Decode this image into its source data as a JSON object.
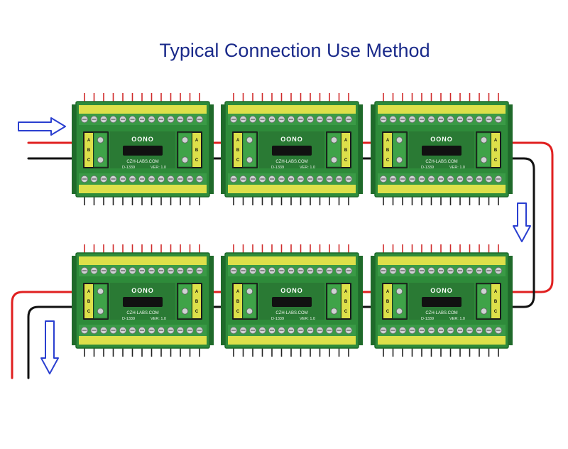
{
  "title": "Typical Connection Use Method",
  "boards": [
    {
      "brand": "OONO",
      "maker": "CZH-LABS.COM",
      "model": "D-1339",
      "version": "VER: 1.0",
      "left_pins": [
        "A",
        "B",
        "C"
      ],
      "right_pins": [
        "A",
        "B",
        "C"
      ]
    },
    {
      "brand": "OONO",
      "maker": "CZH-LABS.COM",
      "model": "D-1339",
      "version": "VER: 1.0",
      "left_pins": [
        "A",
        "B",
        "C"
      ],
      "right_pins": [
        "A",
        "B",
        "C"
      ]
    },
    {
      "brand": "OONO",
      "maker": "CZH-LABS.COM",
      "model": "D-1339",
      "version": "VER: 1.0",
      "left_pins": [
        "A",
        "B",
        "C"
      ],
      "right_pins": [
        "A",
        "B",
        "C"
      ]
    },
    {
      "brand": "OONO",
      "maker": "CZH-LABS.COM",
      "model": "D-1339",
      "version": "VER: 1.0",
      "left_pins": [
        "A",
        "B",
        "C"
      ],
      "right_pins": [
        "A",
        "B",
        "C"
      ]
    },
    {
      "brand": "OONO",
      "maker": "CZH-LABS.COM",
      "model": "D-1339",
      "version": "VER: 1.0",
      "left_pins": [
        "A",
        "B",
        "C"
      ],
      "right_pins": [
        "A",
        "B",
        "C"
      ]
    },
    {
      "brand": "OONO",
      "maker": "CZH-LABS.COM",
      "model": "D-1339",
      "version": "VER: 1.0",
      "left_pins": [
        "A",
        "B",
        "C"
      ],
      "right_pins": [
        "A",
        "B",
        "C"
      ]
    }
  ],
  "colors": {
    "title": "#1a2a8a",
    "board": "#2e8b3a",
    "board_dark": "#1f6a2a",
    "terminal_yellow": "#dde04a",
    "wire_red": "#e02020",
    "wire_black": "#111111",
    "arrow": "#2a3fd0"
  },
  "icons": [
    "arrow-right-icon",
    "arrow-down-icon"
  ]
}
